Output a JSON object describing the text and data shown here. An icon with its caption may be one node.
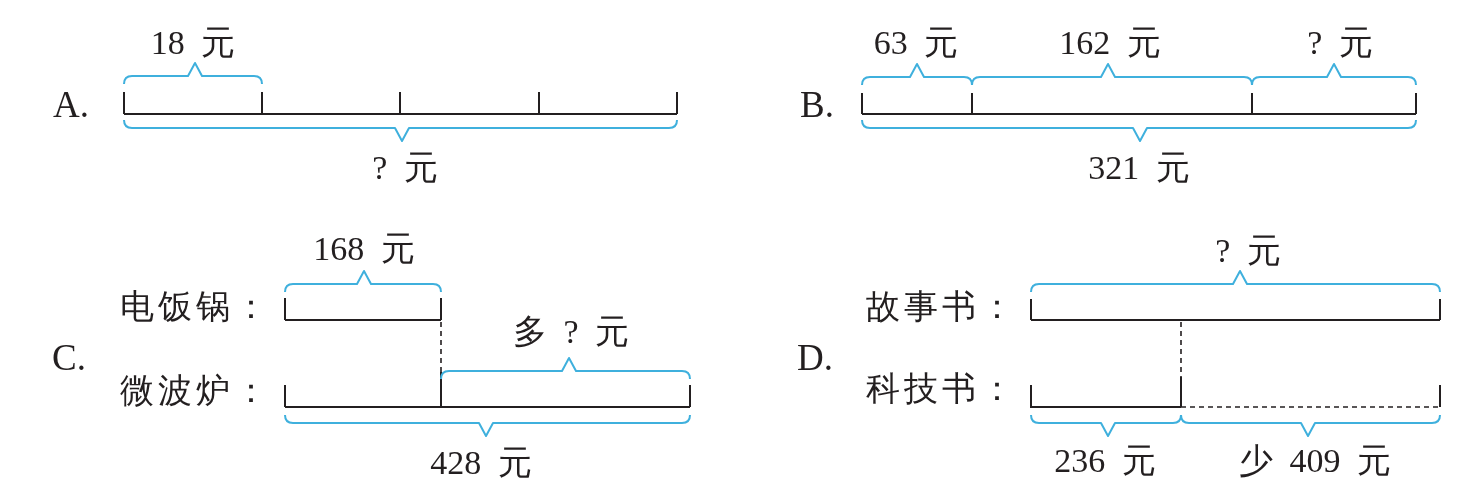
{
  "diagram": {
    "labels": [
      "A.",
      "18 元",
      "? 元",
      "B.",
      "63 元",
      "162 元",
      "? 元",
      "321 元",
      "168 元",
      "电饭锅：",
      "多 ? 元",
      "C.",
      "微波炉：",
      "428 元",
      "? 元",
      "故事书：",
      "D.",
      "科技书：",
      "236 元",
      "少 409 元"
    ]
  }
}
